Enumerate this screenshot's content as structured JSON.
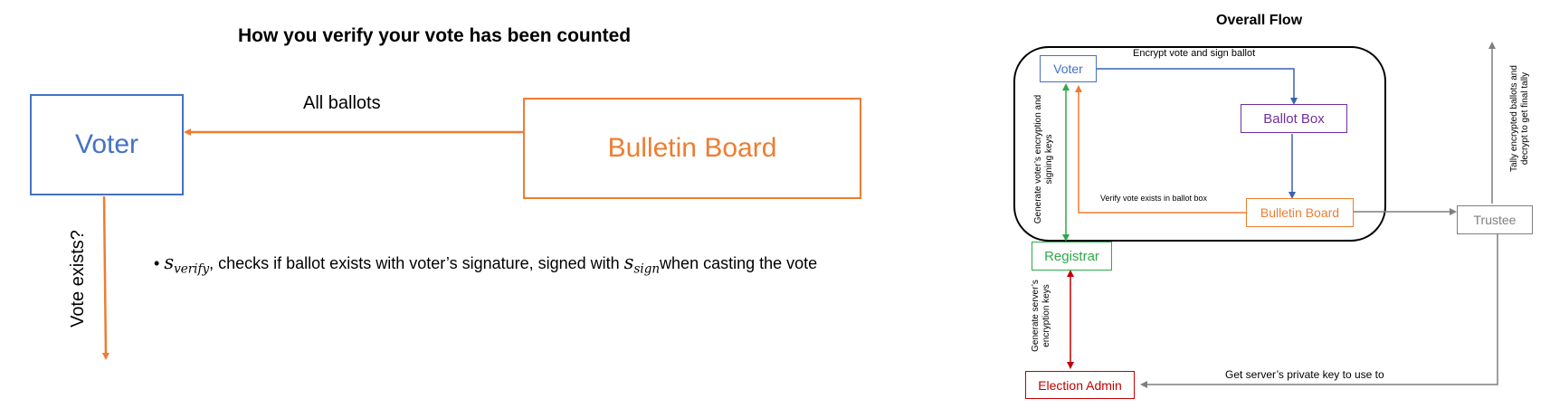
{
  "left_diagram": {
    "title": "How you verify your vote has been counted",
    "voter_label": "Voter",
    "bulletin_label": "Bulletin Board",
    "all_ballots_label": "All ballots",
    "vote_exists_label": "Vote exists?",
    "bullet": {
      "symbol": "•",
      "var1_base": "s",
      "var1_sub": "verify",
      "text1": ", checks if ballot exists with voter’s signature, signed with ",
      "var2_base": "s",
      "var2_sub": "sign",
      "text2": "when casting the vote"
    }
  },
  "right_diagram": {
    "title": "Overall Flow",
    "nodes": {
      "voter": "Voter",
      "ballot_box": "Ballot Box",
      "bulletin_board": "Bulletin Board",
      "registrar": "Registrar",
      "trustee": "Trustee",
      "election_admin": "Election Admin"
    },
    "edge_labels": {
      "encrypt": "Encrypt vote and sign ballot",
      "verify": "Verify vote exists in ballot box",
      "gen_voter_keys": "Generate voter’s encryption and signing keys",
      "gen_server_keys": "Generate server’s encryption keys",
      "tally": "Tally encrypted ballots and decrypt to get final tally",
      "get_key": "Get server’s private key to use to"
    }
  },
  "colors": {
    "blue": "#4472C4",
    "orange": "#ED7D31",
    "purple": "#7030A0",
    "green": "#2EAA4A",
    "red": "#C00000",
    "gray": "#7F7F7F",
    "dark_blue_arrow": "#3A62B0"
  }
}
